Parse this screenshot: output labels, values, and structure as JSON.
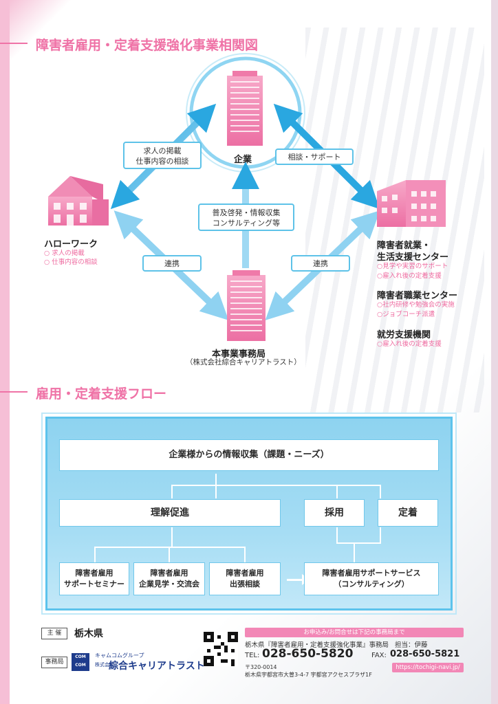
{
  "titles": {
    "section1": "障害者雇用・定着支援強化事業相関図",
    "section2": "雇用・定着支援フロー"
  },
  "diagram": {
    "company": "企業",
    "hellowork": {
      "name": "ハローワーク",
      "items": [
        "○ 求人の掲載",
        "○ 仕事内容の相談"
      ]
    },
    "right": {
      "center1_name_line1": "障害者就業・",
      "center1_name_line2": "生活支援センター",
      "center1_items": [
        "○見学や実習のサポート",
        "○雇入れ後の定着支援"
      ],
      "center2_name": "障害者職業センター",
      "center2_items": [
        "○社内研修や勉強会の実施",
        "○ジョブコーチ派遣"
      ],
      "center3_name": "就労支援機関",
      "center3_items": [
        "○雇入れ後の定着支援"
      ]
    },
    "office": {
      "name": "本事業事務局",
      "sub": "（株式会社綜合キャリアトラスト）"
    },
    "labels": {
      "job_posting_line1": "求人の掲載",
      "job_posting_line2": "仕事内容の相談",
      "consult_support": "相談・サポート",
      "promotion_line1": "普及啓発・情報収集",
      "promotion_line2": "コンサルティング等",
      "coop_left": "連携",
      "coop_right": "連携"
    }
  },
  "flow": {
    "top": "企業様からの情報収集（課題・ニーズ）",
    "understanding": "理解促進",
    "hiring": "採用",
    "retention": "定着",
    "seminar_line1": "障害者雇用",
    "seminar_line2": "サポートセミナー",
    "tour_line1": "障害者雇用",
    "tour_line2": "企業見学・交流会",
    "visit_line1": "障害者雇用",
    "visit_line2": "出張相談",
    "service_line1": "障害者雇用サポートサービス",
    "service_line2": "（コンサルティング）"
  },
  "footer": {
    "sponsor_label": "主 催",
    "sponsor": "栃木県",
    "office_label": "事務局",
    "brand_small": "キャムコムグループ",
    "brand_corp": "株式会社",
    "brand": "綜合キャリアトラスト",
    "logo_text": "COM COM",
    "contact_header": "お申込み/お問合せは下記の事務局まで",
    "contact_office": "栃木県『障害者雇用・定着支援強化事業』事務局",
    "contact_person": "担当：伊藤",
    "tel_label": "TEL:",
    "tel": "028-650-5820",
    "fax_label": "FAX:",
    "fax": "028-650-5821",
    "postal": "〒320-0014",
    "address": "栃木県宇都宮市大曽3-4-7 宇都宮アクセスプラザ1F",
    "url": "https://tochigi-navi.jp/"
  },
  "colors": {
    "pink": "#ef72a6",
    "blue": "#5dc2e8",
    "flow_bg": "#a6ddf4"
  }
}
